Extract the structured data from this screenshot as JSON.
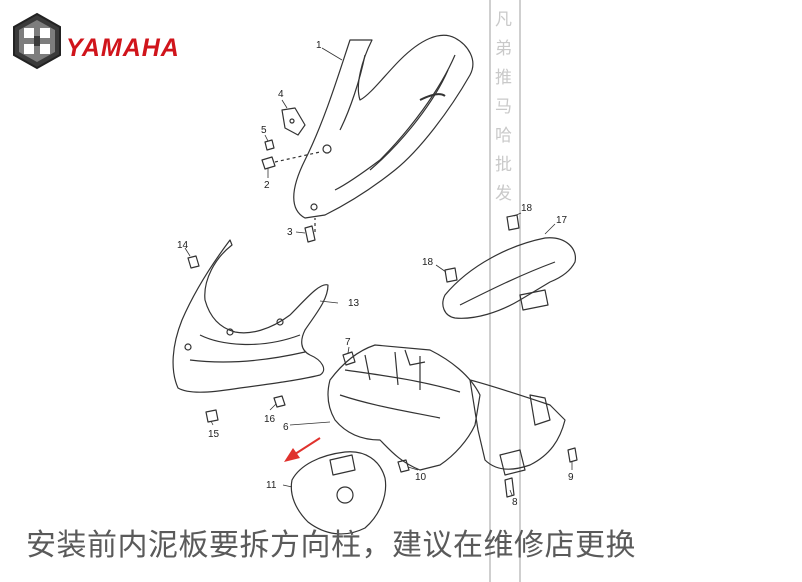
{
  "brand": {
    "name": "YAMAHA",
    "brand_color": "#d0141b"
  },
  "diagram": {
    "callouts": [
      "1",
      "2",
      "3",
      "4",
      "5",
      "6",
      "7",
      "8",
      "9",
      "10",
      "11",
      "13",
      "14",
      "15",
      "16",
      "17",
      "18",
      "18"
    ],
    "line_color": "#333333"
  },
  "watermark": {
    "chars": [
      "凡",
      "弟",
      "推",
      "马",
      "哈",
      "批",
      "发"
    ]
  },
  "caption": {
    "text": "安装前内泥板要拆方向柱，建议在维修店更换"
  },
  "arrow": {
    "color": "#e0322d"
  }
}
